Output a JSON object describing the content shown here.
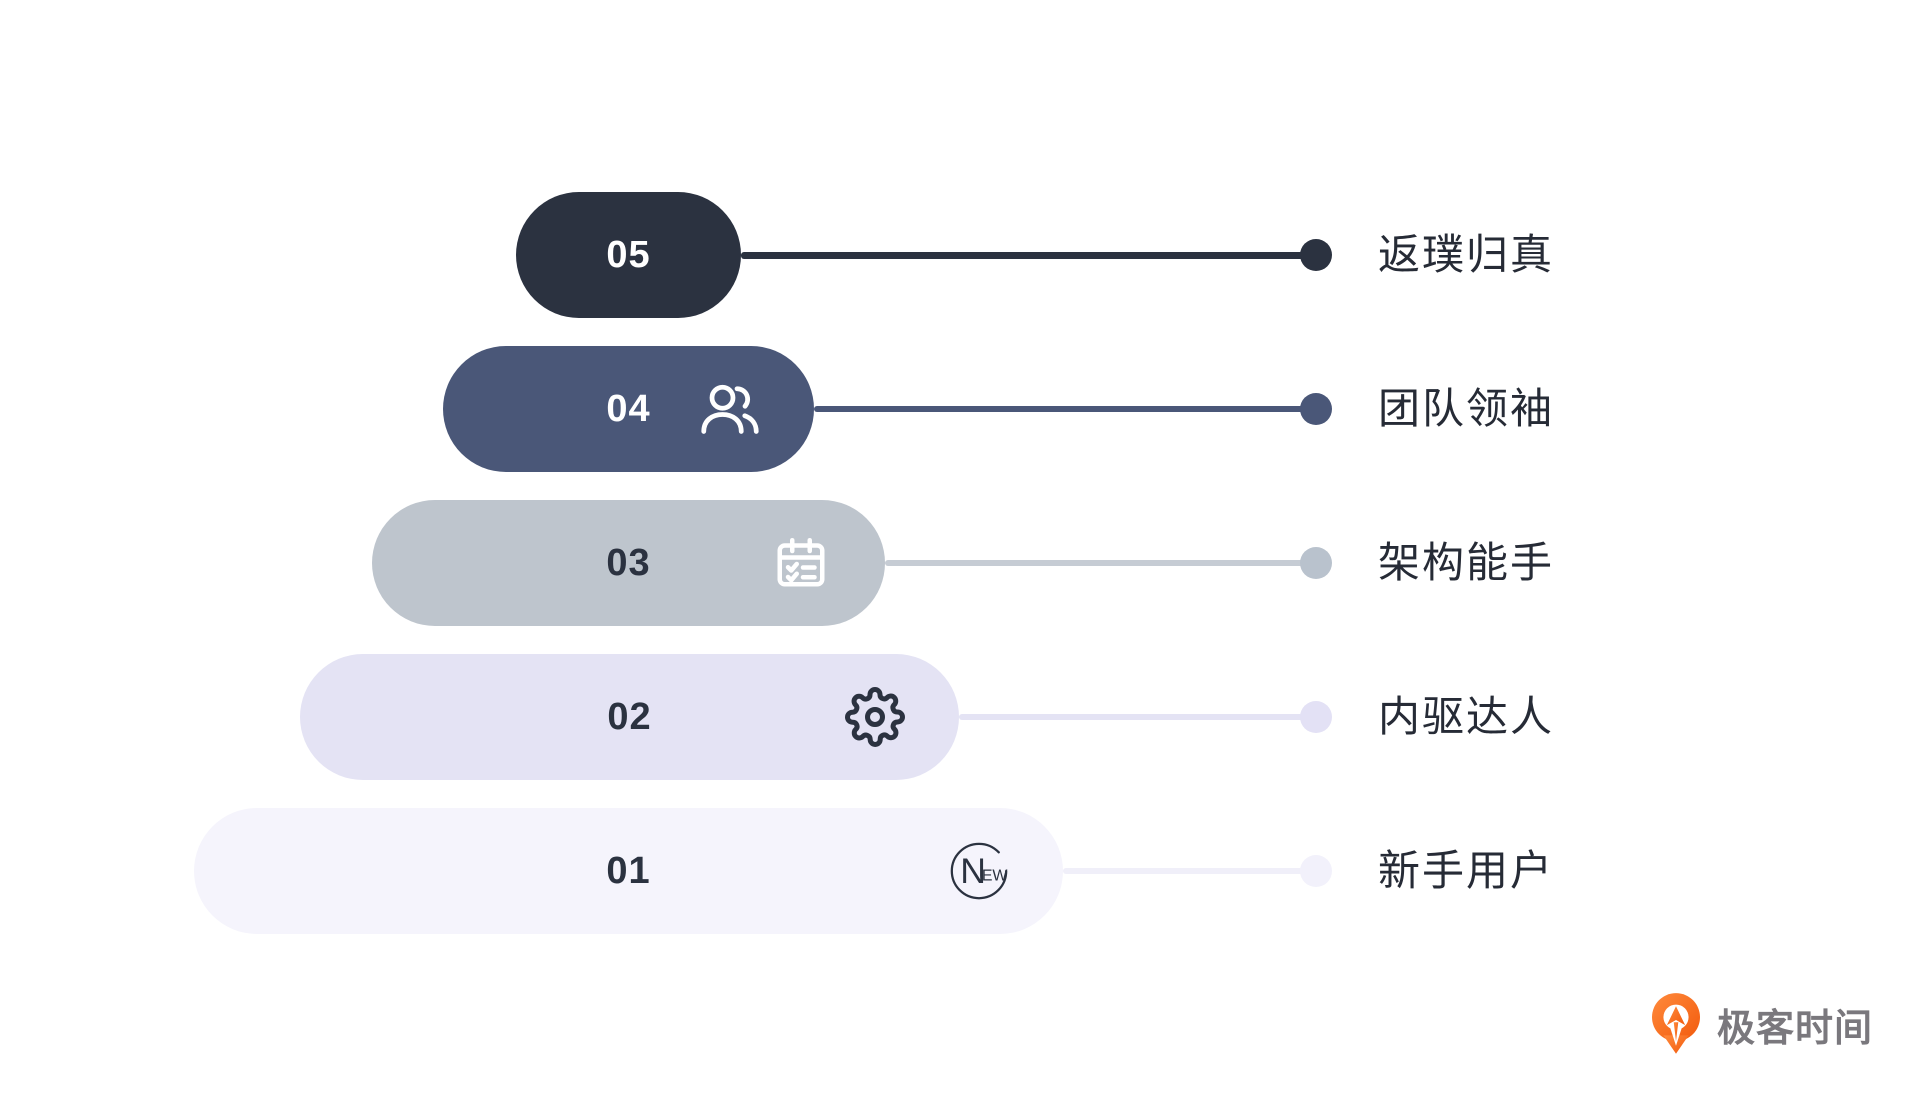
{
  "page": {
    "background": "#ffffff",
    "label_text_color": "#262b36"
  },
  "levels": [
    {
      "number": "05",
      "label": "返璞归真",
      "icon": null,
      "colors": {
        "pill": "#2b3240",
        "number_text": "#ffffff",
        "line": "#2b3240",
        "dot": "#2b3240"
      }
    },
    {
      "number": "04",
      "label": "团队领袖",
      "icon": "users-icon",
      "colors": {
        "pill": "#4a5778",
        "number_text": "#ffffff",
        "line": "#4a5778",
        "dot": "#4a5778"
      }
    },
    {
      "number": "03",
      "label": "架构能手",
      "icon": "checklist-icon",
      "colors": {
        "pill": "#bec5cd",
        "number_text": "#2b3240",
        "line": "#c6ccd4",
        "dot": "#b9c2cd"
      }
    },
    {
      "number": "02",
      "label": "内驱达人",
      "icon": "gear-icon",
      "colors": {
        "pill": "#e4e3f4",
        "number_text": "#2b3240",
        "line": "#e4e3f4",
        "dot": "#e3e1f5"
      }
    },
    {
      "number": "01",
      "label": "新手用户",
      "icon": "new-badge-icon",
      "colors": {
        "pill": "#f5f4fc",
        "number_text": "#2b3240",
        "line": "#f0eff9",
        "dot": "#f2f1fb"
      }
    }
  ],
  "new_badge": {
    "big": "N",
    "small": "EW"
  },
  "logo": {
    "text": "极客时间",
    "brand_color": "#f96c1e",
    "text_color": "#7a787d"
  }
}
